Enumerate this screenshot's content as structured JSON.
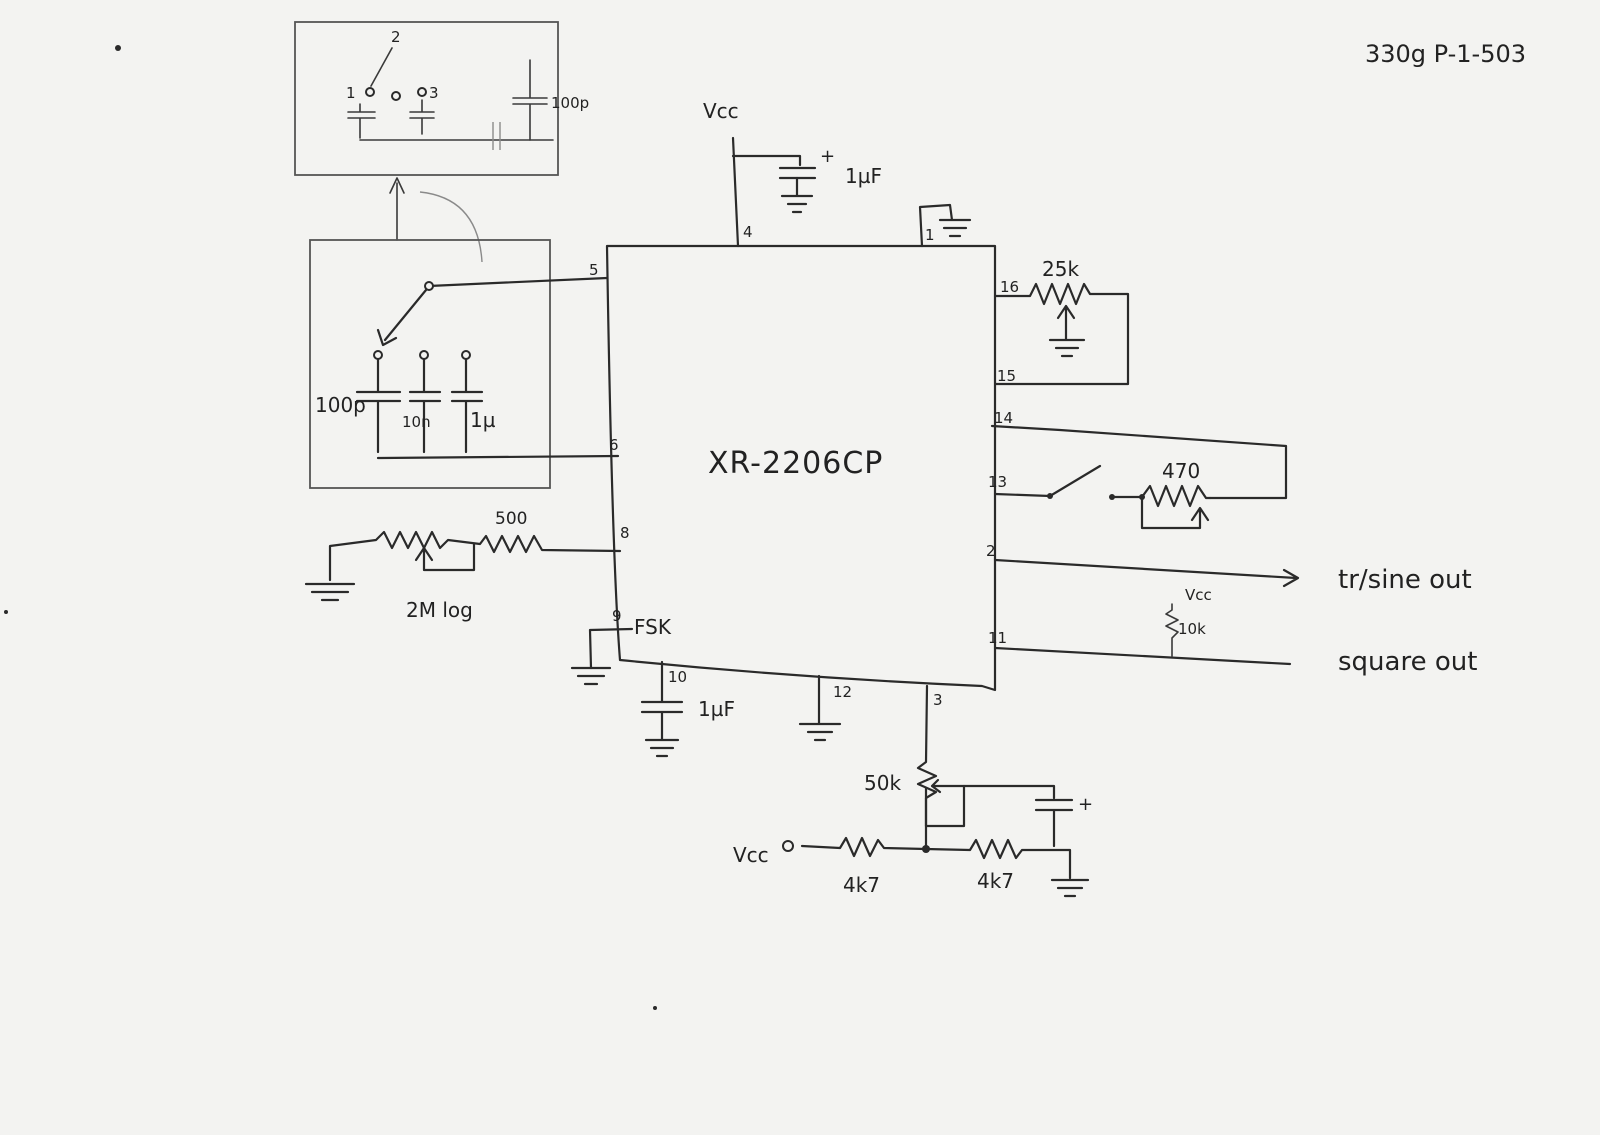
{
  "header": {
    "code": "330g P-1-503"
  },
  "ic": {
    "part": "XR-2206CP",
    "pins": {
      "p1": "1",
      "p2": "2",
      "p3": "3",
      "p4": "4",
      "p5": "5",
      "p6": "6",
      "p8": "8",
      "p9": "9",
      "p10": "10",
      "p11": "11",
      "p12": "12",
      "p13": "13",
      "p14": "14",
      "p15": "15",
      "p16": "16"
    },
    "fsk_label": "FSK"
  },
  "supply": {
    "vcc_top": "Vcc",
    "cap_top": "1µF",
    "vcc_out": "Vcc",
    "vcc_bias": "Vcc"
  },
  "inset": {
    "switch_label": "2",
    "pos1": "1",
    "pos3": "3",
    "cap": "100p"
  },
  "timing_switch": {
    "cap1": "100p",
    "cap2": "10n",
    "cap3": "1µ"
  },
  "freq_pot": {
    "resistor": "500",
    "pot": "2M log"
  },
  "outputs": {
    "sine_out": "tr/sine out",
    "square_out": "square out",
    "pullup": "10k"
  },
  "gain": {
    "pot": "25k"
  },
  "sym": {
    "pot": "470"
  },
  "bias": {
    "pot": "50k",
    "r1": "4k7",
    "r2": "4k7",
    "cap10": "1µF"
  }
}
